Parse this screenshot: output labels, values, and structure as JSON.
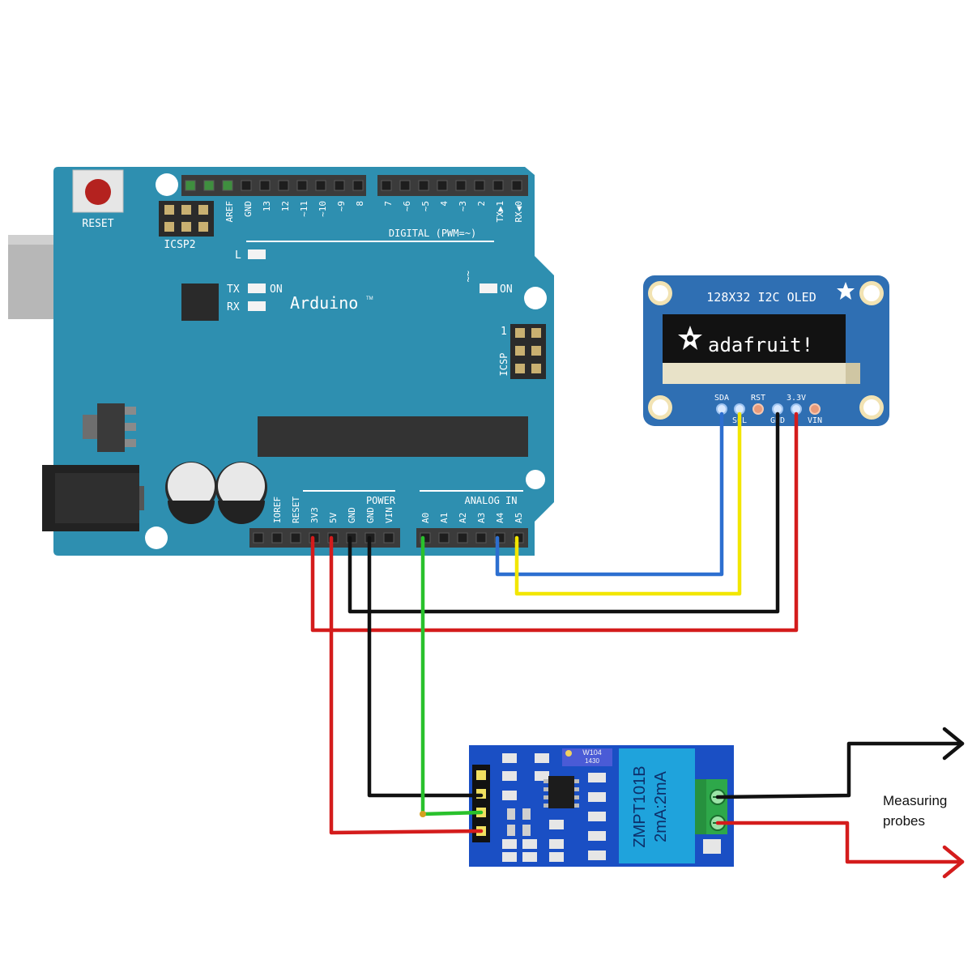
{
  "colors": {
    "board": "#2e8fb0",
    "board_dark": "#1f6f8b",
    "board_light": "#3aa0c0",
    "header": "#3b3b3b",
    "oled_board": "#2f6fb3",
    "oled_screen": "#111111",
    "zmpt_board": "#1a4fc4",
    "transformer": "#1fa3dc",
    "terminal": "#2ea84a",
    "wire_red": "#d41c1c",
    "wire_black": "#111111",
    "wire_green": "#29c12c",
    "wire_blue": "#2d6fd0",
    "wire_yellow": "#f2e600"
  },
  "arduino": {
    "reset_label": "RESET",
    "icsp2_label": "ICSP2",
    "icsp_label": "ICSP",
    "icsp_pin1": "1",
    "brand": "Arduino",
    "brand_tm": "TM",
    "led_l": "L",
    "led_tx": "TX",
    "led_rx": "RX",
    "led_on_left": "ON",
    "led_on_right": "ON",
    "digital_label": "DIGITAL (PWM=~)",
    "power_label": "POWER",
    "analog_label": "ANALOG IN",
    "digital_pins_left": [
      "AREF",
      "GND",
      "13",
      "12",
      "~11",
      "~10",
      "~9",
      "8"
    ],
    "digital_pins_right": [
      "7",
      "~6",
      "~5",
      "4",
      "~3",
      "2",
      "TX▶1",
      "RX◀0"
    ],
    "power_pins": [
      "IOREF",
      "RESET",
      "3V3",
      "5V",
      "GND",
      "GND",
      "VIN"
    ],
    "analog_pins": [
      "A0",
      "A1",
      "A2",
      "A3",
      "A4",
      "A5"
    ]
  },
  "oled": {
    "title": "128X32 I2C OLED",
    "screen_text": "adafruit!",
    "pin_labels_top": [
      "SDA",
      "RST",
      "3.3V"
    ],
    "pin_labels_bottom": [
      "SCL",
      "GND",
      "VIN"
    ]
  },
  "zmpt": {
    "pot_label": "W104",
    "pot_code": "1430",
    "model": "ZMPT101B",
    "rating": "2mA:2mA"
  },
  "probes": {
    "line1": "Measuring",
    "line2": "probes"
  }
}
